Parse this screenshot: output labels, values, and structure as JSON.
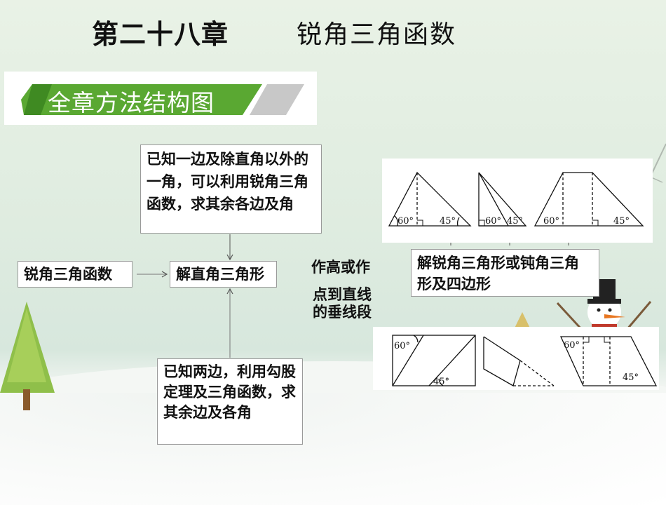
{
  "header": {
    "chapter": "第二十八章",
    "topic": "锐角三角函数"
  },
  "section_banner": {
    "label": "全章方法结构图"
  },
  "flow": {
    "node_trig": "锐角三角函数",
    "node_solve_right": "解直角三角形",
    "condition_top": "已知一边及除直角以外的一角，可以利用锐角三角函数，求其余各边及角",
    "condition_bottom": "已知两边，利用勾股定理及三角函数，求其余边及各角",
    "method_line1": "作高或作",
    "method_line2": "点到直线",
    "method_line3": "的垂线段",
    "node_solve_other": "解锐角三角形或钝角三角形及四边形"
  },
  "top_figures": {
    "fig1": {
      "angle_left": "60°",
      "angle_right": "45°"
    },
    "fig2": {
      "angle_left": "60°",
      "angle_right": "45°"
    },
    "fig3": {
      "angle_left": "60°",
      "angle_right": "45°"
    }
  },
  "bottom_figures": {
    "fig1": {
      "angle_top": "60°",
      "angle_bottom": "45°"
    },
    "fig3": {
      "angle_top": "60°",
      "angle_bottom": "45°"
    }
  },
  "colors": {
    "banner_green": "#5aa832",
    "banner_gray": "#c8c8c8",
    "box_border": "#9a9a9a",
    "arrow": "#555555"
  }
}
